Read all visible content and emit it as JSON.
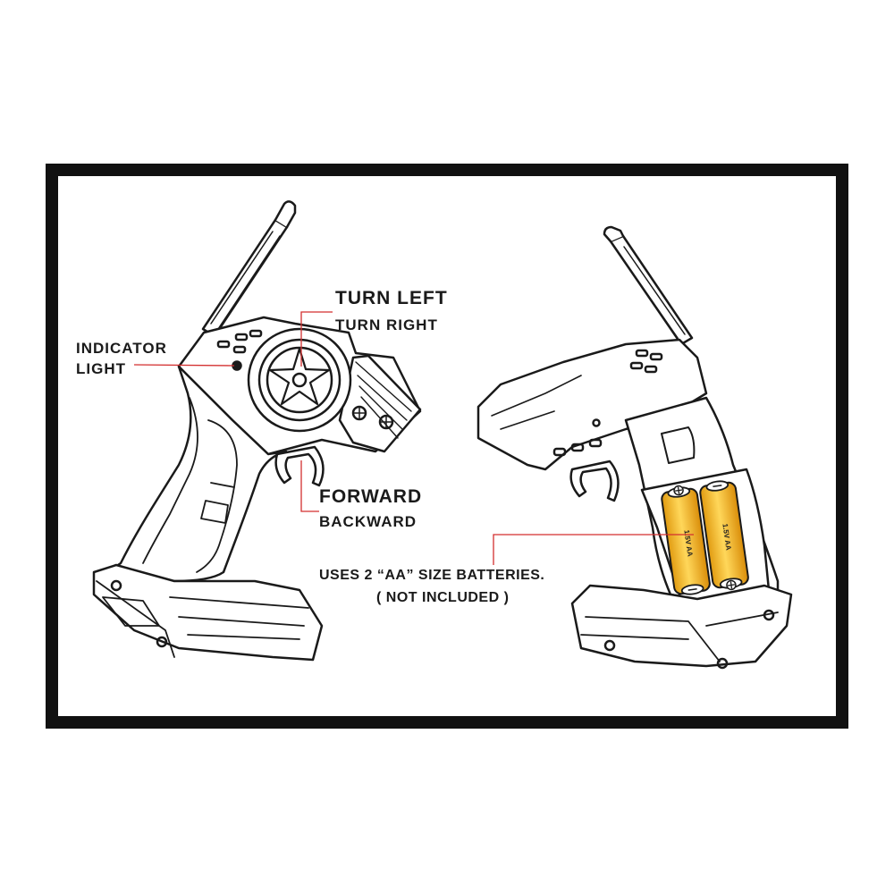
{
  "labels": {
    "indicator_line1": "INDICATOR",
    "indicator_line2": "LIGHT",
    "turn_left": "TURN LEFT",
    "turn_right": "TURN RIGHT",
    "forward": "FORWARD",
    "backward": "BACKWARD",
    "batteries_line1": "USES 2 “AA” SIZE BATTERIES.",
    "batteries_line2": "( NOT INCLUDED )"
  },
  "battery_cells": [
    "1.5V AA",
    "1.5V AA"
  ],
  "colors": {
    "frame": "#111111",
    "leader_line": "#d32f2f",
    "battery_fill": "#f2b51c",
    "outline": "#1a1a1a"
  }
}
